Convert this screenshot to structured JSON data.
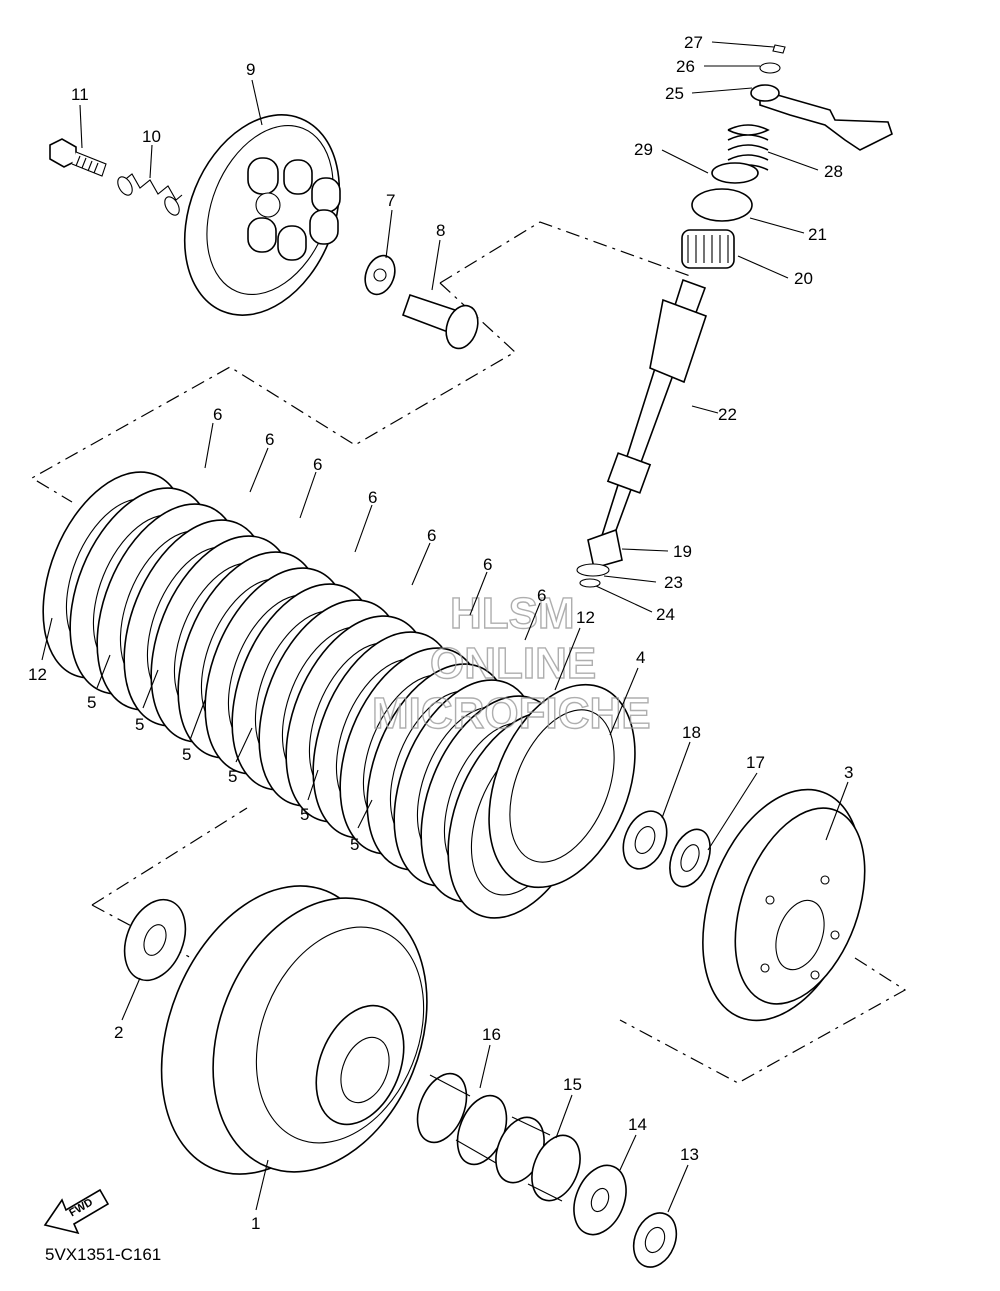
{
  "diagram_code": "5VX1351-C161",
  "fwd_label": "FWD",
  "watermark": [
    "HLSM",
    "ONLINE",
    "MICROFICHE"
  ],
  "callouts": [
    "1",
    "2",
    "3",
    "4",
    "5",
    "5",
    "5",
    "5",
    "5",
    "5",
    "5",
    "6",
    "6",
    "6",
    "6",
    "6",
    "6",
    "6",
    "6",
    "7",
    "8",
    "9",
    "10",
    "11",
    "12",
    "12",
    "13",
    "14",
    "15",
    "16",
    "17",
    "18",
    "19",
    "20",
    "21",
    "22",
    "23",
    "24",
    "25",
    "26",
    "27",
    "28",
    "29"
  ]
}
